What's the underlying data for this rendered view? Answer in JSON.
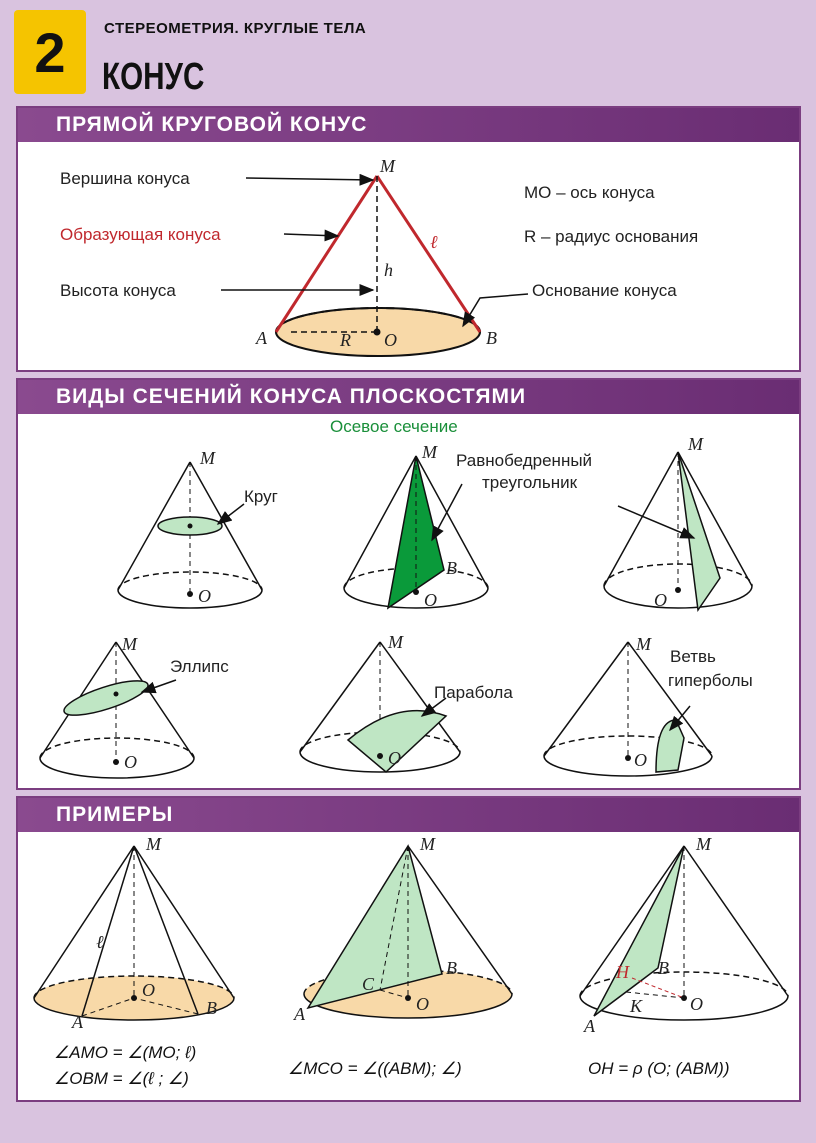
{
  "header": {
    "number": "2",
    "subject": "СТЕРЕОМЕТРИЯ. КРУГЛЫЕ ТЕЛА",
    "title": "КОНУС"
  },
  "section1": {
    "heading": "ПРЯМОЙ КРУГОВОЙ КОНУС",
    "labels": {
      "vertex": "Вершина конуса",
      "generator": "Образующая конуса",
      "height": "Высота конуса",
      "base": "Основание конуса",
      "axis_def": "MO – ось конуса",
      "radius_def": "R  – радиус основания",
      "M": "M",
      "A": "A",
      "B": "B",
      "O": "O",
      "R": "R",
      "h": "h",
      "l": "ℓ"
    }
  },
  "section2": {
    "heading": "ВИДЫ СЕЧЕНИЙ КОНУСА ПЛОСКОСТЯМИ",
    "axial": "Осевое сечение",
    "circle": "Круг",
    "triangle1": "Равнобедренный",
    "triangle2": "треугольник",
    "ellipse": "Эллипс",
    "parabola": "Парабола",
    "hyperbola1": "Ветвь",
    "hyperbola2": "гиперболы",
    "M": "M",
    "O": "O",
    "B": "B"
  },
  "section3": {
    "heading": "ПРИМЕРЫ",
    "f1a": "∠AMO = ∠(MO; ℓ)",
    "f1b": "∠OBM = ∠(ℓ ; ∠)",
    "f2": "∠MCO = ∠((ABM); ∠)",
    "f3": "OH = ρ (O; (ABM))",
    "M": "M",
    "A": "A",
    "B": "B",
    "O": "O",
    "C": "C",
    "K": "K",
    "H": "H",
    "l": "ℓ",
    "alpha": "∠"
  },
  "colors": {
    "accent": "#7b3d80",
    "badge": "#f5c400",
    "base_fill": "#f8d9a8",
    "section_green": "#0a9a3a",
    "light_green": "#bfe6c4",
    "red": "#c0282d"
  }
}
